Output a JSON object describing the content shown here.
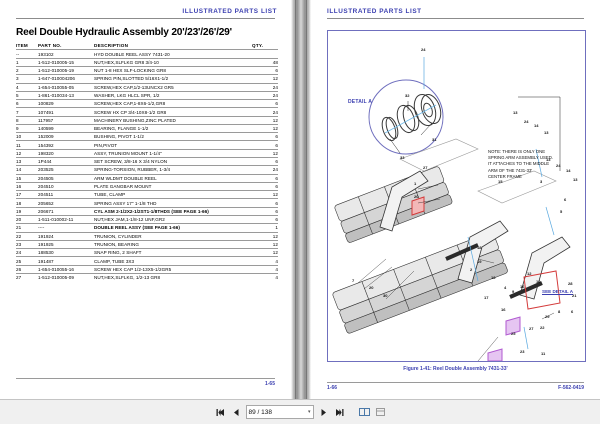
{
  "viewer": {
    "toolbar": {
      "first_page_icon": "first-page-icon",
      "prev_page_icon": "previous-page-icon",
      "page_value": "89 / 138",
      "page_placeholder": "89 / 138",
      "dropdown_caret": "chevron-down-icon",
      "next_page_icon": "next-page-icon",
      "last_page_icon": "last-page-icon",
      "two_page_icon": "two-page-view-icon",
      "one_page_icon": "single-page-view-icon"
    }
  },
  "left_page": {
    "running_head": "ILLUSTRATED PARTS LIST",
    "title": "Reel Double Hydraulic Assembly 20'/23'/26'/29'",
    "footer_page": "1-65",
    "table": {
      "columns": [
        "ITEM",
        "PART NO.",
        "DESCRIPTION",
        "QTY."
      ],
      "rows": [
        [
          "--",
          "193102",
          "HYD DOUBLE REEL ASSY 7431-20",
          ""
        ],
        [
          "1",
          "1-512-010005-15",
          "NUT,HEX,SLFLKG GR8 3/4-10",
          "48"
        ],
        [
          "2",
          "1-512-010005-19",
          "NUT 1-8 HEX SLF-LOCKING GR8",
          "6"
        ],
        [
          "3",
          "1-647-010004206",
          "SPRING PIN,SLOTTED 5/16X1-1/2",
          "12"
        ],
        [
          "4",
          "1-654-010055-05",
          "SCREW,HEX CAP,1/2-13UNCX2 GR5",
          "24"
        ],
        [
          "5",
          "1-861-010034-13",
          "WASHER, LKG HLCL SPR, 1/2",
          "24"
        ],
        [
          "6",
          "100829",
          "SCREW,HEX CAP,1-8X6-1/2,GR8",
          "6"
        ],
        [
          "7",
          "107491",
          "SCREW HX CP 3/4-10X8-1/2 GR8",
          "24"
        ],
        [
          "8",
          "117957",
          "MACHINERY BUSHING,ZINC PLATED",
          "12"
        ],
        [
          "9",
          "140599",
          "BEARING, FLANGE 1-1/2",
          "12"
        ],
        [
          "10",
          "152009",
          "BUSHING, PIVOT 1-1/2",
          "6"
        ],
        [
          "11",
          "154392",
          "PIN,PIVOT",
          "6"
        ],
        [
          "12",
          "198320",
          "ASSY, TRUNION MOUNT 1-1/4\"",
          "12"
        ],
        [
          "13",
          "1P444",
          "SET SCREW, 3/8-16 X 3/4 NYLON",
          "6"
        ],
        [
          "14",
          "203525",
          "SPRING-TORSION, RUBBER, 1-3/4",
          "24"
        ],
        [
          "15",
          "204505",
          "ARM WLDMT DOUBLE REEL",
          "6"
        ],
        [
          "16",
          "204510",
          "PLATE GANGBAR MOUNT",
          "6"
        ],
        [
          "17",
          "204511",
          "TUBE, CLAMP",
          "12"
        ],
        [
          "18",
          "205652",
          "SPRING ASSY 17\" 1-1/8 THD",
          "6"
        ],
        [
          "19",
          "206671",
          "CYL ASM 2-1/2X2-1/2ST1-1/8THDS (SEE PAGE 1-66)",
          "6"
        ],
        [
          "20",
          "1-511-010002-11",
          "NUT,HEX JAM,1-1/8-12 UNF,GR2",
          "6"
        ],
        [
          "21",
          "----",
          "DOUBLE REEL ASSY (SEE PAGE 1-66)",
          "1"
        ],
        [
          "22",
          "191924",
          "TRUNION, CYLINDER",
          "12"
        ],
        [
          "23",
          "191925",
          "TRUNION, BEARING",
          "12"
        ],
        [
          "24",
          "188530",
          "SNAP RING, 2 SHAFT",
          "12"
        ],
        [
          "25",
          "191487",
          "CLAMP, TUBE 3X3",
          "4"
        ],
        [
          "26",
          "1-654-010055-16",
          "SCREW HEX CAP 1/2-13X5-1/2GR5",
          "4"
        ],
        [
          "27",
          "1-512-010005-09",
          "NUT,HEX,SLFLKG, 1/2-13 GR8",
          "4"
        ]
      ],
      "bold_rows": [
        19,
        21
      ]
    }
  },
  "right_page": {
    "running_head": "ILLUSTRATED PARTS LIST",
    "detail_label": "DETAIL A",
    "note": "NOTE: THERE IS ONLY ONE\nSPRING ARM ASSEMBLY USED.\nIT ATTACHES TO THE MIDDLE\nARM OF THE 7431-33'\nCENTER FRAME",
    "see_detail": "SEE\nDETAIL A",
    "figure_caption": "Figure 1-41:  Reel Double Assembly 7431-33'",
    "footer_page": "1-66",
    "doc_number": "F-562-0419",
    "detail_callouts": [
      "32",
      "31",
      "33"
    ],
    "callouts": [
      "24",
      "27",
      "1",
      "20",
      "7",
      "20",
      "30",
      "2",
      "13",
      "24",
      "14",
      "13",
      "18",
      "19",
      "19",
      "17",
      "16",
      "4",
      "9",
      "16",
      "3",
      "13",
      "24",
      "14",
      "13",
      "6",
      "5",
      "12",
      "10",
      "28",
      "21",
      "8",
      "6",
      "29",
      "27",
      "22",
      "25",
      "23",
      "11",
      "15"
    ]
  },
  "colors": {
    "accent_blue": "#3b3fb0",
    "rule_gray": "#9a9a9a",
    "illustration_border": "#6f6fbe",
    "toolbar_bg": "#f0f0f0"
  }
}
